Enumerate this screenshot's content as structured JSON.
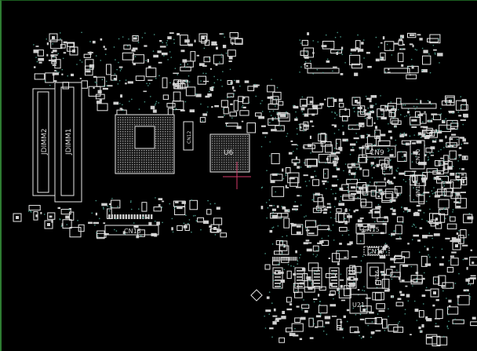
{
  "viewer": {
    "background": "#000000",
    "border_color": "#2e7d32",
    "silk_color": "#e8e8e8",
    "pad_color": "#cfcfcf",
    "via_color": "#4a9a8a",
    "highlight_color": "#d63a6a"
  },
  "labels": {
    "jdimm2": "JDIMM2",
    "jdimm1": "JDIMM1",
    "cn18": "CN18",
    "u6": "U6",
    "cn12": "CN12",
    "cn9": "CN9",
    "cn15": "CN15",
    "cn19": "CN19",
    "cn26": "CN26",
    "u21": "U21",
    "cn10": "CN10",
    "cn11": "CN11"
  }
}
